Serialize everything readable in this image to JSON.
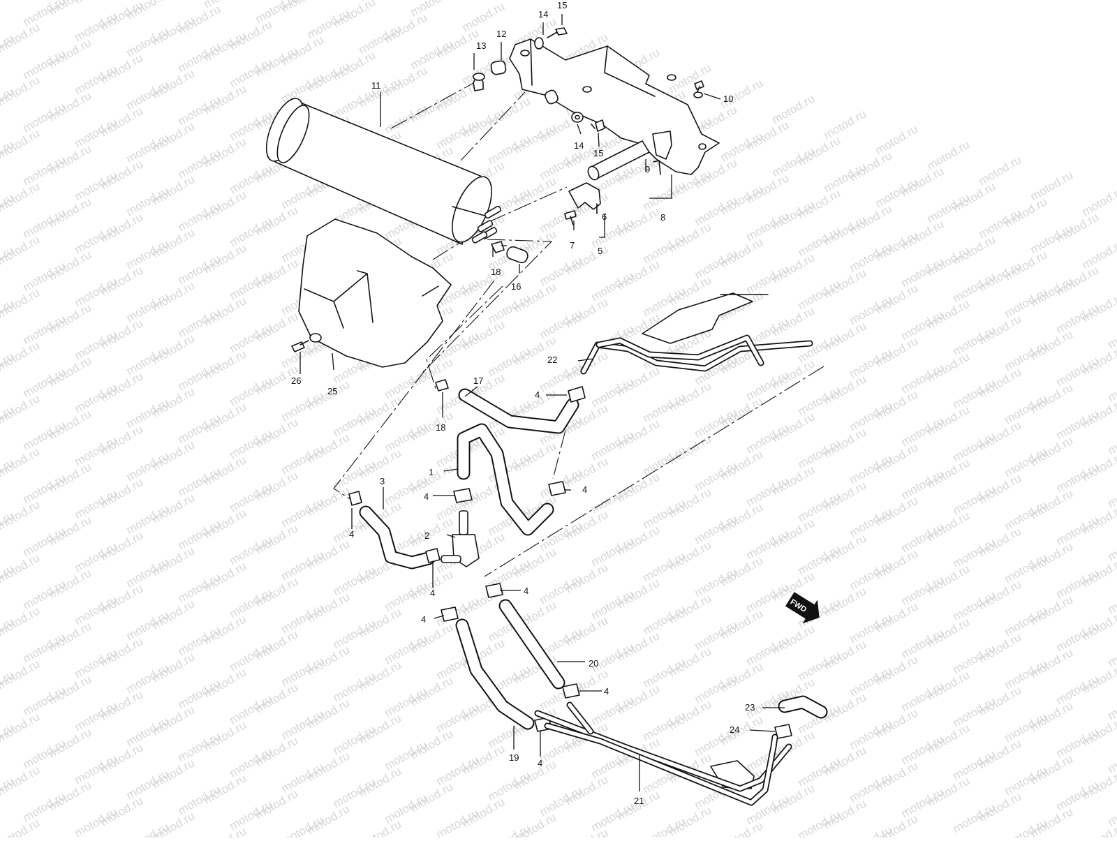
{
  "watermark": {
    "text": "motod.ru"
  },
  "fwd_badge": {
    "text": "FWD"
  },
  "callouts": [
    {
      "id": "c1",
      "label": "1"
    },
    {
      "id": "c2",
      "label": "2"
    },
    {
      "id": "c3",
      "label": "3"
    },
    {
      "id": "c4a",
      "label": "4"
    },
    {
      "id": "c4b",
      "label": "4"
    },
    {
      "id": "c4c",
      "label": "4"
    },
    {
      "id": "c4d",
      "label": "4"
    },
    {
      "id": "c4e",
      "label": "4"
    },
    {
      "id": "c4f",
      "label": "4"
    },
    {
      "id": "c4g",
      "label": "4"
    },
    {
      "id": "c4h",
      "label": "4"
    },
    {
      "id": "c4i",
      "label": "4"
    },
    {
      "id": "c5",
      "label": "5"
    },
    {
      "id": "c6",
      "label": "6"
    },
    {
      "id": "c7",
      "label": "7"
    },
    {
      "id": "c8",
      "label": "8"
    },
    {
      "id": "c9",
      "label": "9"
    },
    {
      "id": "c10",
      "label": "10"
    },
    {
      "id": "c11",
      "label": "11"
    },
    {
      "id": "c12",
      "label": "12"
    },
    {
      "id": "c13",
      "label": "13"
    },
    {
      "id": "c14a",
      "label": "14"
    },
    {
      "id": "c14b",
      "label": "14"
    },
    {
      "id": "c15a",
      "label": "15"
    },
    {
      "id": "c15b",
      "label": "15"
    },
    {
      "id": "c16",
      "label": "16"
    },
    {
      "id": "c17",
      "label": "17"
    },
    {
      "id": "c18a",
      "label": "18"
    },
    {
      "id": "c18b",
      "label": "18"
    },
    {
      "id": "c19",
      "label": "19"
    },
    {
      "id": "c20",
      "label": "20"
    },
    {
      "id": "c21",
      "label": "21"
    },
    {
      "id": "c22",
      "label": "22"
    },
    {
      "id": "c23",
      "label": "23"
    },
    {
      "id": "c24",
      "label": "24"
    },
    {
      "id": "c25",
      "label": "25"
    },
    {
      "id": "c26",
      "label": "26"
    }
  ]
}
